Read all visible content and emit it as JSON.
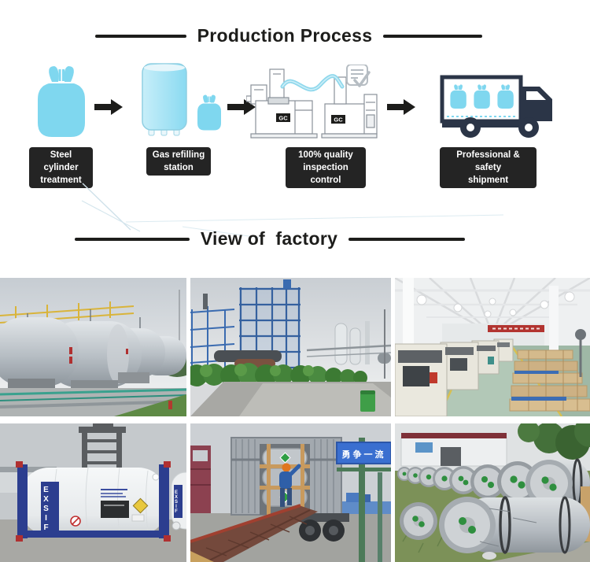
{
  "colors": {
    "accent_blue": "#7fd7ef",
    "ink": "#1d1d1b",
    "label_bg": "#242424",
    "truck_navy": "#2b3547"
  },
  "production": {
    "title": "Production Process",
    "gc_badge": "GC",
    "steps": [
      {
        "line1": "Steel cylinder",
        "line2": "treatment"
      },
      {
        "line1": "Gas refilling",
        "line2": "station"
      },
      {
        "line1": "100% quality",
        "line2": "inspection control"
      },
      {
        "line1": "Professional & safety",
        "line2": "shipment"
      }
    ]
  },
  "factory": {
    "title": "View of  factory",
    "photos": [
      {
        "id": "outdoor-storage-tanks"
      },
      {
        "id": "distillation-plant"
      },
      {
        "id": "machining-workshop"
      },
      {
        "id": "iso-tank-container",
        "tank_brand": "EXSIF"
      },
      {
        "id": "container-loading",
        "banner_text": "勇争一流"
      },
      {
        "id": "ton-cylinder-stock"
      }
    ]
  }
}
